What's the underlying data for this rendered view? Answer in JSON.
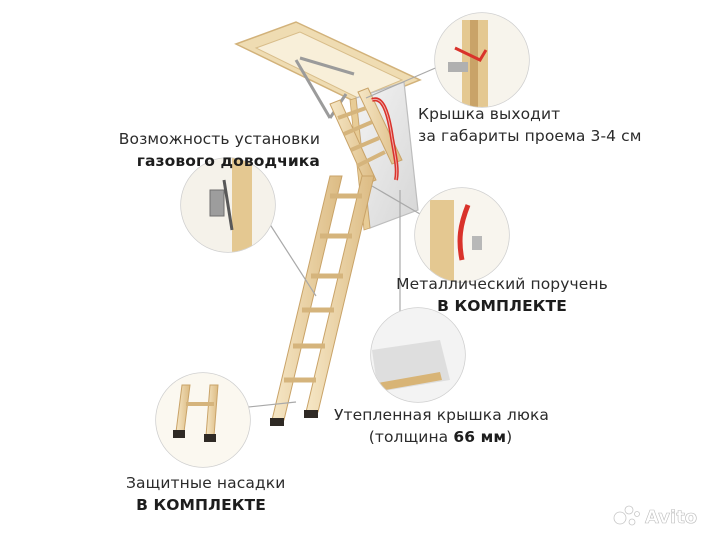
{
  "captions": {
    "gas_closer": {
      "line1": "Возможность установки",
      "line2": "газового доводчика"
    },
    "lid_overhang": {
      "line1": "Крышка выходит",
      "line2": "за габариты проема 3-4 см"
    },
    "handrail": {
      "line1": "Металлический поручень",
      "line2": "В КОМПЛЕКТЕ"
    },
    "insulated_lid": {
      "line1": "Утепленная крышка люка",
      "line2_prefix": "(толщина ",
      "line2_bold": "66 мм",
      "line2_suffix": ")"
    },
    "tips": {
      "line1": "Защитные насадки",
      "line2": "В КОМПЛЕКТЕ"
    }
  },
  "watermark": {
    "text": "Avito"
  },
  "colors": {
    "wood_light": "#f1dfb8",
    "wood_mid": "#e2c48f",
    "wood_dark": "#c9a368",
    "handrail_red": "#d9322b",
    "connector_gray": "#9a9a9a",
    "text": "#2b2b2b"
  }
}
